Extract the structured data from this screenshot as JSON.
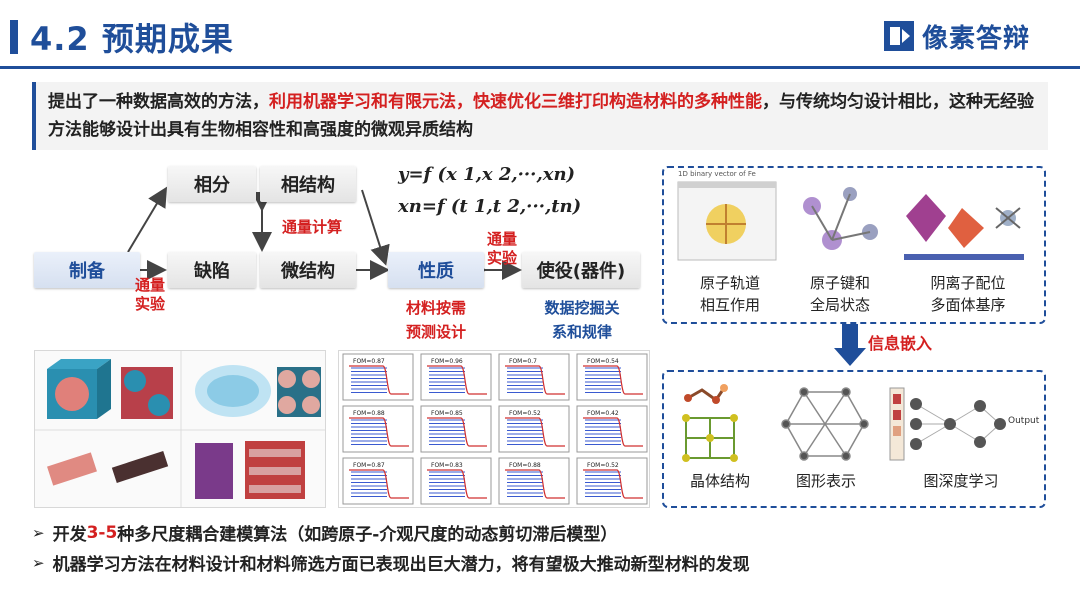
{
  "header": {
    "title": "4.2 预期成果",
    "logo_text": "像素答辩"
  },
  "intro": {
    "part1": "提出了一种数据高效的方法，",
    "highlight": "利用机器学习和有限元法，快速优化三维打印构造材料的多种性能",
    "part2": "，与传统均匀设计相比，这种无经验方法能够设计出具有生物相容性和高强度的微观异质结构"
  },
  "flow": {
    "node_prep": "制备",
    "node_phase": "相分",
    "node_phase_struct": "相结构",
    "node_defect": "缺陷",
    "node_micro": "微结构",
    "node_prop": "性质",
    "node_service": "使役(器件)",
    "label_flux_calc": "通量计算",
    "label_flux_exp_left_1": "通量",
    "label_flux_exp_left_2": "实验",
    "label_flux_exp_right_1": "通量",
    "label_flux_exp_right_2": "实验",
    "label_design_1": "材料按需",
    "label_design_2": "预测设计",
    "label_mining_1": "数据挖掘关",
    "label_mining_2": "系和规律",
    "formula_1": "y=f (x 1,x 2,···,xn)",
    "formula_2": "xn=f (t 1,t 2,···,tn)"
  },
  "right_top": {
    "cap1_l1": "原子轨道",
    "cap1_l2": "相互作用",
    "cap2_l1": "原子键和",
    "cap2_l2": "全局状态",
    "cap3_l1": "阴离子配位",
    "cap3_l2": "多面体基序",
    "mini_title": "1D binary vector of Fe"
  },
  "embed_label": "信息嵌入",
  "right_bottom": {
    "cap1": "晶体结构",
    "cap2": "图形表示",
    "cap3": "图深度学习",
    "output_label": "Output"
  },
  "plots": {
    "fom_labels": [
      "FOM=0.87",
      "FOM=0.96",
      "FOM=0.7",
      "FOM=0.54",
      "FOM=0.88",
      "FOM=0.85",
      "FOM=0.52",
      "FOM=0.42",
      "FOM=0.87",
      "FOM=0.83",
      "FOM=0.88",
      "FOM=0.52"
    ]
  },
  "bullets": {
    "b1_pre": "开发",
    "b1_red": "3-5",
    "b1_post": "种多尺度耦合建模算法（如跨原子-介观尺度的动态剪切滞后模型）",
    "b2": "机器学习方法在材料设计和材料筛选方面已表现出巨大潜力，将有望极大推动新型材料的发现"
  },
  "colors": {
    "brand_blue": "#1f4e9a",
    "highlight_red": "#d42020"
  }
}
